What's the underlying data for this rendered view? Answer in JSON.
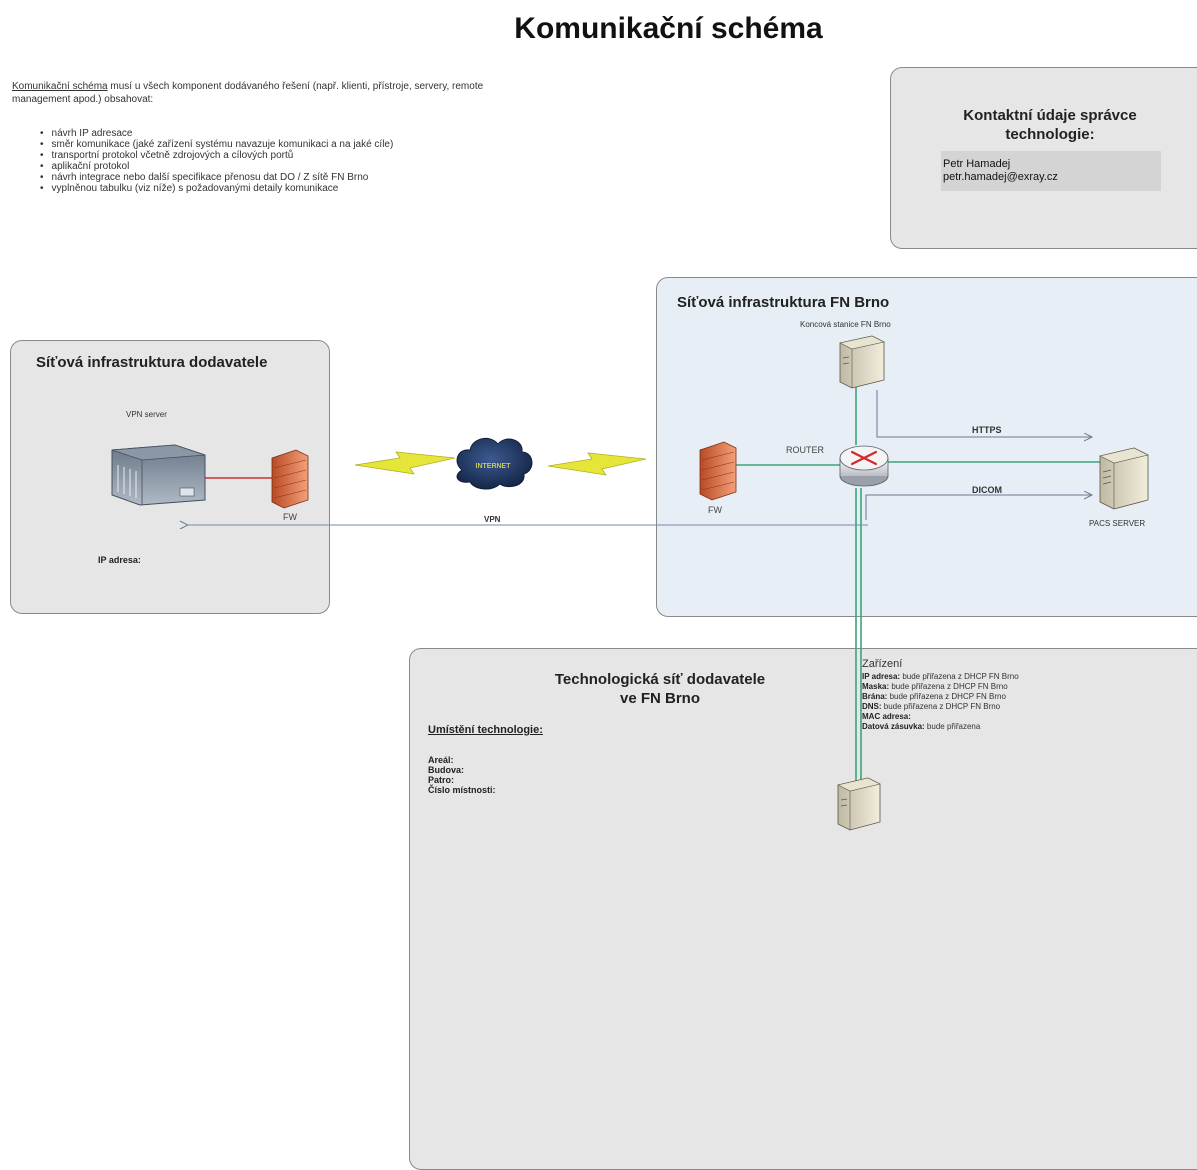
{
  "title": "Komunikační schéma",
  "intro": {
    "link": "Komunikační schéma",
    "text": " musí u všech komponent dodávaného řešení (např. klienti, přístroje, servery, remote management apod.) obsahovat:",
    "bullets": [
      "návrh IP adresace",
      "směr komunikace (jaké zařízení systému navazuje komunikaci a na jaké cíle)",
      "transportní protokol včetně zdrojových a cílových portů",
      "aplikační protokol",
      "návrh integrace nebo další specifikace přenosu dat DO / Z sítě FN Brno",
      "vyplněnou tabulku (viz níže) s požadovanými detaily komunikace"
    ]
  },
  "contact": {
    "title_line1": "Kontaktní údaje správce",
    "title_line2": "technologie:",
    "name": "Petr Hamadej",
    "email": "petr.hamadej@exray.cz"
  },
  "supplier_network": {
    "title": "Síťová infrastruktura dodavatele",
    "vpn_server_label": "VPN server",
    "fw_label": "FW",
    "ip_label": "IP adresa:"
  },
  "internet": {
    "cloud_label": "INTERNET",
    "vpn_label": "VPN"
  },
  "fn_network": {
    "title": "Síťová infrastruktura FN Brno",
    "station_label": "Koncová stanice FN Brno",
    "router_label": "ROUTER",
    "fw_label": "FW",
    "https_label": "HTTPS",
    "dicom_label": "DICOM",
    "pacs_label": "PACS SERVER"
  },
  "tech_network": {
    "title_line1": "Technologická síť dodavatele",
    "title_line2": "ve FN Brno",
    "location_heading": "Umístění technologie:",
    "location_fields": [
      "Areál:",
      "Budova:",
      "Patro:",
      "Číslo místnosti:"
    ]
  },
  "device_info": {
    "heading": "Zařízení",
    "lines": [
      {
        "label": "IP adresa:",
        "value": " bude přiřazena z DHCP FN Brno"
      },
      {
        "label": "Maska:",
        "value": " bude přiřazena z DHCP FN Brno"
      },
      {
        "label": "Brána:",
        "value": "  bude přiřazena z DHCP FN Brno"
      },
      {
        "label": "DNS:",
        "value": "  bude přiřazena z DHCP FN Brno"
      },
      {
        "label": "MAC adresa:",
        "value": ""
      },
      {
        "label": "Datová zásuvka:",
        "value": " bude přiřazena"
      }
    ]
  },
  "colors": {
    "panel_grey": "#e6e6e6",
    "panel_blue": "#e7eef6",
    "link_green": "#3aa57a",
    "vpn_line": "#7a8aa0",
    "supplier_link_red": "#c83232",
    "firewall": "#d9663a",
    "lightning": "#e6e63a",
    "cloud": "#1e3560"
  }
}
